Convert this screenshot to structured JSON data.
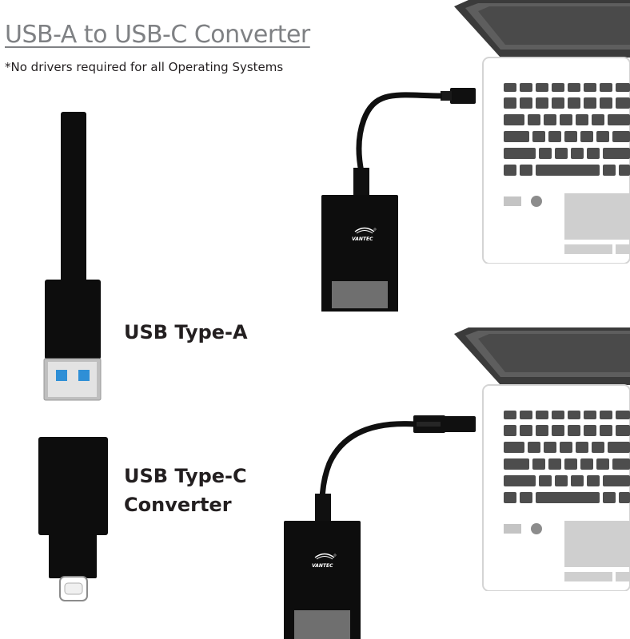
{
  "heading": {
    "title": "USB-A to USB-C Converter",
    "note": "*No drivers required for all Operating Systems"
  },
  "labels": {
    "usb_type_a": "USB Type-A",
    "usb_type_c_line1": "USB Type-C",
    "usb_type_c_line2": "Converter"
  },
  "brand": {
    "logo_text": "VANTEC"
  },
  "colors": {
    "connector_black": "#101010",
    "usb3_blue": "#2f8fd6",
    "laptop_grey": "#3b3b3b",
    "key_grey": "#4d4d4d",
    "pad_grey": "#cfcfcf"
  }
}
